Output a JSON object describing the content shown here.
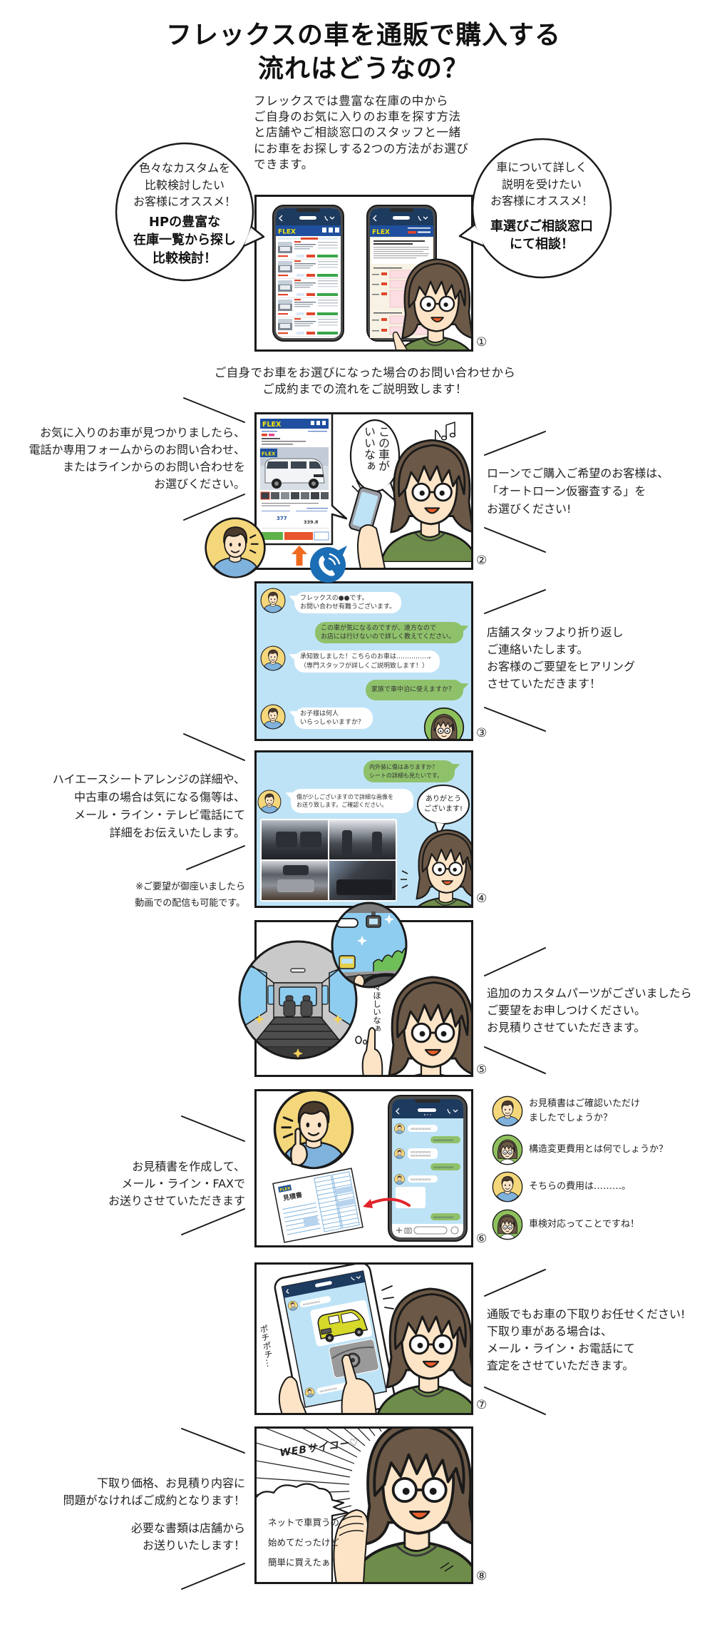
{
  "brand": "FLEX",
  "title": {
    "line1": "フレックスの車を通販で購入する",
    "line2": "流れはどうなの？"
  },
  "intro": {
    "lines": [
      "フレックスでは豊富な在庫の中から",
      "ご自身のお気に入りのお車を探す方法",
      "と店舗やご相談窓口のスタッフと一緒",
      "にお車をお探しする2つの方法がお選び",
      "できます。"
    ]
  },
  "options": {
    "online": {
      "lines": [
        "色々なカスタムを",
        "比較検討したい",
        "お客様にオススメ！"
      ],
      "highlight": [
        "HPの豊富な",
        "在庫一覧から探し",
        "比較検討！"
      ]
    },
    "consult": {
      "lines": [
        "車について詳しく",
        "説明を受けたい",
        "お客様にオススメ！"
      ],
      "highlight": [
        "車選びご相談窓口",
        "にて相談！"
      ]
    }
  },
  "flow_intro": {
    "lines": [
      "ご自身でお車をお選びになった場合のお問い合わせから",
      "ご成約までの流れをご説明致します！"
    ]
  },
  "steps": [
    {
      "number": "①"
    },
    {
      "number": "②",
      "speech": [
        "この車が",
        "いいなぁ"
      ],
      "listing": {
        "price_main": "377",
        "price_total": "339.8"
      },
      "caption_left": [
        "お気に入りのお車が見つかりましたら、",
        "電話か専用フォームからのお問い合わせ、",
        "またはラインからのお問い合わせを",
        "お選びください。"
      ],
      "caption_right": [
        "ローンでご購入ご希望のお客様は、",
        "「オートローン仮審査する」を",
        "お選びください!"
      ]
    },
    {
      "number": "③",
      "chat": [
        {
          "from": "staff",
          "lines": [
            "フレックスの●●です。",
            "お問い合わせ有難うございます。"
          ]
        },
        {
          "from": "customer",
          "lines": [
            "この車が気になるのですが、遠方なので",
            "お店には行けないので詳しく教えてください。"
          ]
        },
        {
          "from": "staff",
          "lines": [
            "承知致しました！こちらのお車は……………。",
            "（専門スタッフが詳しくご説明致します！）"
          ]
        },
        {
          "from": "customer",
          "lines": [
            "家族で車中泊に使えますか？"
          ]
        },
        {
          "from": "staff",
          "lines": [
            "お子様は何人",
            "いらっしゃいますか？"
          ]
        }
      ],
      "caption_right": [
        "店舗スタッフより折り返し",
        "ご連絡いたします。",
        "お客様のご要望をヒアリング",
        "させていただきます！"
      ]
    },
    {
      "number": "④",
      "chat": [
        {
          "from": "customer",
          "lines": [
            "内外装に傷はありますか？",
            "シートの詳細も見たいです。"
          ]
        },
        {
          "from": "staff",
          "lines": [
            "傷が少しございますので詳細な画像を",
            "お送り致します。ご確認ください。"
          ]
        }
      ],
      "reply": [
        "ありがとう",
        "ございます!"
      ],
      "caption_left": [
        "ハイエースシートアレンジの詳細や、",
        "中古車の場合は気になる傷等は、",
        "メール・ライン・テレビ電話にて",
        "詳細をお伝えいたします。"
      ],
      "note": [
        "※ご要望が御座いましたら",
        "動画での配信も可能です。"
      ]
    },
    {
      "number": "⑤",
      "thought": "色々ほしいなぁ…",
      "caption_right": [
        "追加のカスタムパーツがございましたら",
        "ご要望をお申しつけください。",
        "お見積りさせていただきます。"
      ]
    },
    {
      "number": "⑥",
      "document": {
        "brand": "FLEX",
        "title": "見積書"
      },
      "chat_placeholder": "ooooooooooo",
      "caption_left": [
        "お見積書を作成して、",
        "メール・ライン・FAXで",
        "お送りさせていただきます"
      ],
      "side_chat": [
        {
          "from": "staff",
          "lines": [
            "お見積書はご確認いただけ",
            "ましたでしょうか？"
          ]
        },
        {
          "from": "customer",
          "lines": [
            "構造変更費用とは何でしょうか？"
          ]
        },
        {
          "from": "staff",
          "lines": [
            "そちらの費用は………。"
          ]
        },
        {
          "from": "customer",
          "lines": [
            "車検対応ってことですね！"
          ]
        }
      ]
    },
    {
      "number": "⑦",
      "sfx": "ポチポチ…",
      "chat_placeholder": "oooooooooo",
      "caption_right": [
        "通販でもお車の下取りお任せください!",
        "下取り車がある場合は、",
        "メール・ライン・お電話にて",
        "査定をさせていただきます。"
      ]
    },
    {
      "number": "⑧",
      "sfx": "WEBサイコー♡",
      "speech": [
        "ネットで車買うの",
        "始めてだったけど",
        "簡単に買えたぁ！"
      ],
      "caption_left": [
        "下取り価格、お見積り内容に",
        "問題がなければご成約となります！",
        "必要な書類は店舗から",
        "お送りいたします！"
      ]
    }
  ],
  "colors": {
    "brand_blue": "#1f4f9e",
    "brand_yellow": "#f5e50a",
    "chat_background": "#bfe3f6",
    "customer_bubble": "#8fc16b",
    "staff_avatar": "#f5d77b",
    "customer_avatar": "#8ec05c",
    "panel_border": "#1a1a1a"
  }
}
